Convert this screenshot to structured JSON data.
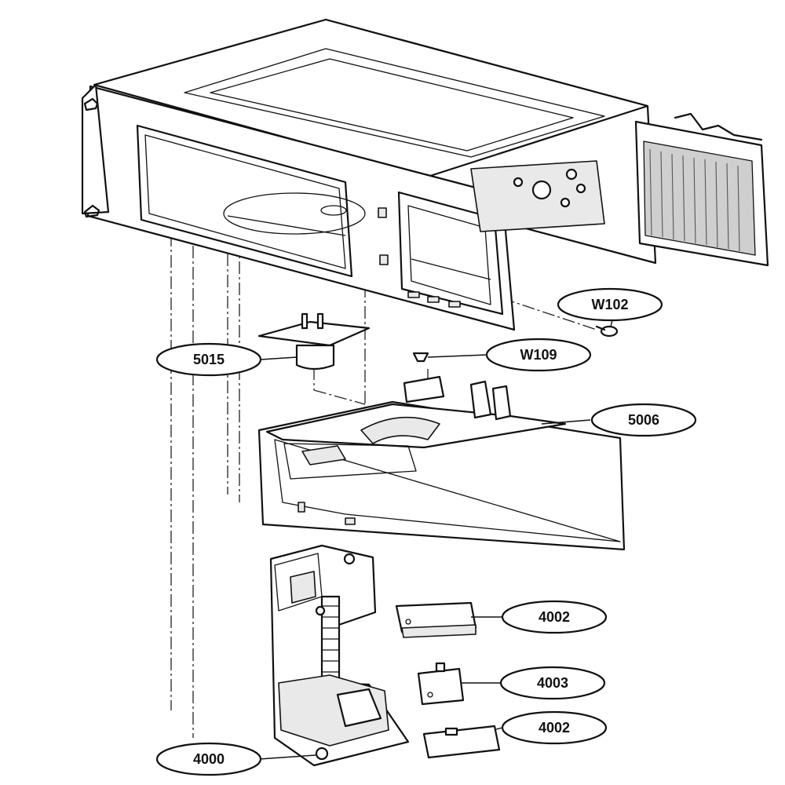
{
  "callouts": [
    {
      "id": "w102",
      "label": "W102"
    },
    {
      "id": "5015",
      "label": "5015"
    },
    {
      "id": "w109",
      "label": "W109"
    },
    {
      "id": "5006",
      "label": "5006"
    },
    {
      "id": "4002a",
      "label": "4002"
    },
    {
      "id": "4003",
      "label": "4003"
    },
    {
      "id": "4002b",
      "label": "4002"
    },
    {
      "id": "4000",
      "label": "4000"
    }
  ]
}
